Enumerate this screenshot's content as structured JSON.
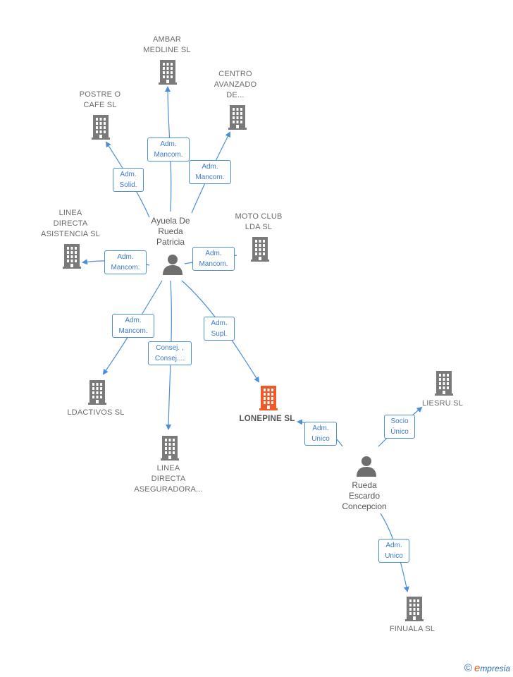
{
  "companies": [
    {
      "id": "ambar",
      "lines": [
        "AMBAR",
        "MEDLINE SL"
      ],
      "focus": false
    },
    {
      "id": "centro",
      "lines": [
        "CENTRO",
        "AVANZADO",
        "DE..."
      ],
      "focus": false
    },
    {
      "id": "postre",
      "lines": [
        "POSTRE O",
        "CAFE  SL"
      ],
      "focus": false
    },
    {
      "id": "linea-directa-asistencia",
      "lines": [
        "LINEA",
        "DIRECTA",
        "ASISTENCIA SL"
      ],
      "focus": false
    },
    {
      "id": "moto-club",
      "lines": [
        "MOTO CLUB",
        "LDA SL"
      ],
      "focus": false
    },
    {
      "id": "ldactivos",
      "lines": [
        "LDACTIVOS SL"
      ],
      "focus": false
    },
    {
      "id": "linea-directa-aseguradora",
      "lines": [
        "LINEA",
        "DIRECTA",
        "ASEGURADORA..."
      ],
      "focus": false
    },
    {
      "id": "lonepine",
      "lines": [
        "LONEPINE  SL"
      ],
      "focus": true
    },
    {
      "id": "liesru",
      "lines": [
        "LIESRU  SL"
      ],
      "focus": false
    },
    {
      "id": "finuala",
      "lines": [
        "FINUALA  SL"
      ],
      "focus": false
    }
  ],
  "persons": [
    {
      "id": "ayuela",
      "lines": [
        "Ayuela De",
        "Rueda",
        "Patricia"
      ]
    },
    {
      "id": "rueda",
      "lines": [
        "Rueda",
        "Escardo",
        "Concepcion"
      ]
    }
  ],
  "relations": [
    {
      "id": "ambar",
      "lines": [
        "Adm.",
        "Mancom."
      ]
    },
    {
      "id": "centro",
      "lines": [
        "Adm.",
        "Mancom."
      ]
    },
    {
      "id": "postre",
      "lines": [
        "Adm.",
        "Solid."
      ]
    },
    {
      "id": "lda-asistencia",
      "lines": [
        "Adm.",
        "Mancom."
      ]
    },
    {
      "id": "moto",
      "lines": [
        "Adm.",
        "Mancom."
      ]
    },
    {
      "id": "ldactivos",
      "lines": [
        "Adm.",
        "Mancom."
      ]
    },
    {
      "id": "aseguradora",
      "lines": [
        "Consej. ,",
        "Consej...."
      ]
    },
    {
      "id": "lonepine-ayuela",
      "lines": [
        "Adm.",
        "Supl."
      ]
    },
    {
      "id": "lonepine-rueda",
      "lines": [
        "Adm.",
        "Unico"
      ]
    },
    {
      "id": "liesru",
      "lines": [
        "Socio",
        "Único"
      ]
    },
    {
      "id": "finuala",
      "lines": [
        "Adm.",
        "Unico"
      ]
    }
  ],
  "brand": {
    "copyright": "©",
    "initial": "e",
    "name": "mpresia"
  },
  "colors": {
    "edge": "#4a8fd9",
    "building": "#7a7a7a",
    "focus_building": "#f05a28",
    "person": "#6e6e6e"
  }
}
